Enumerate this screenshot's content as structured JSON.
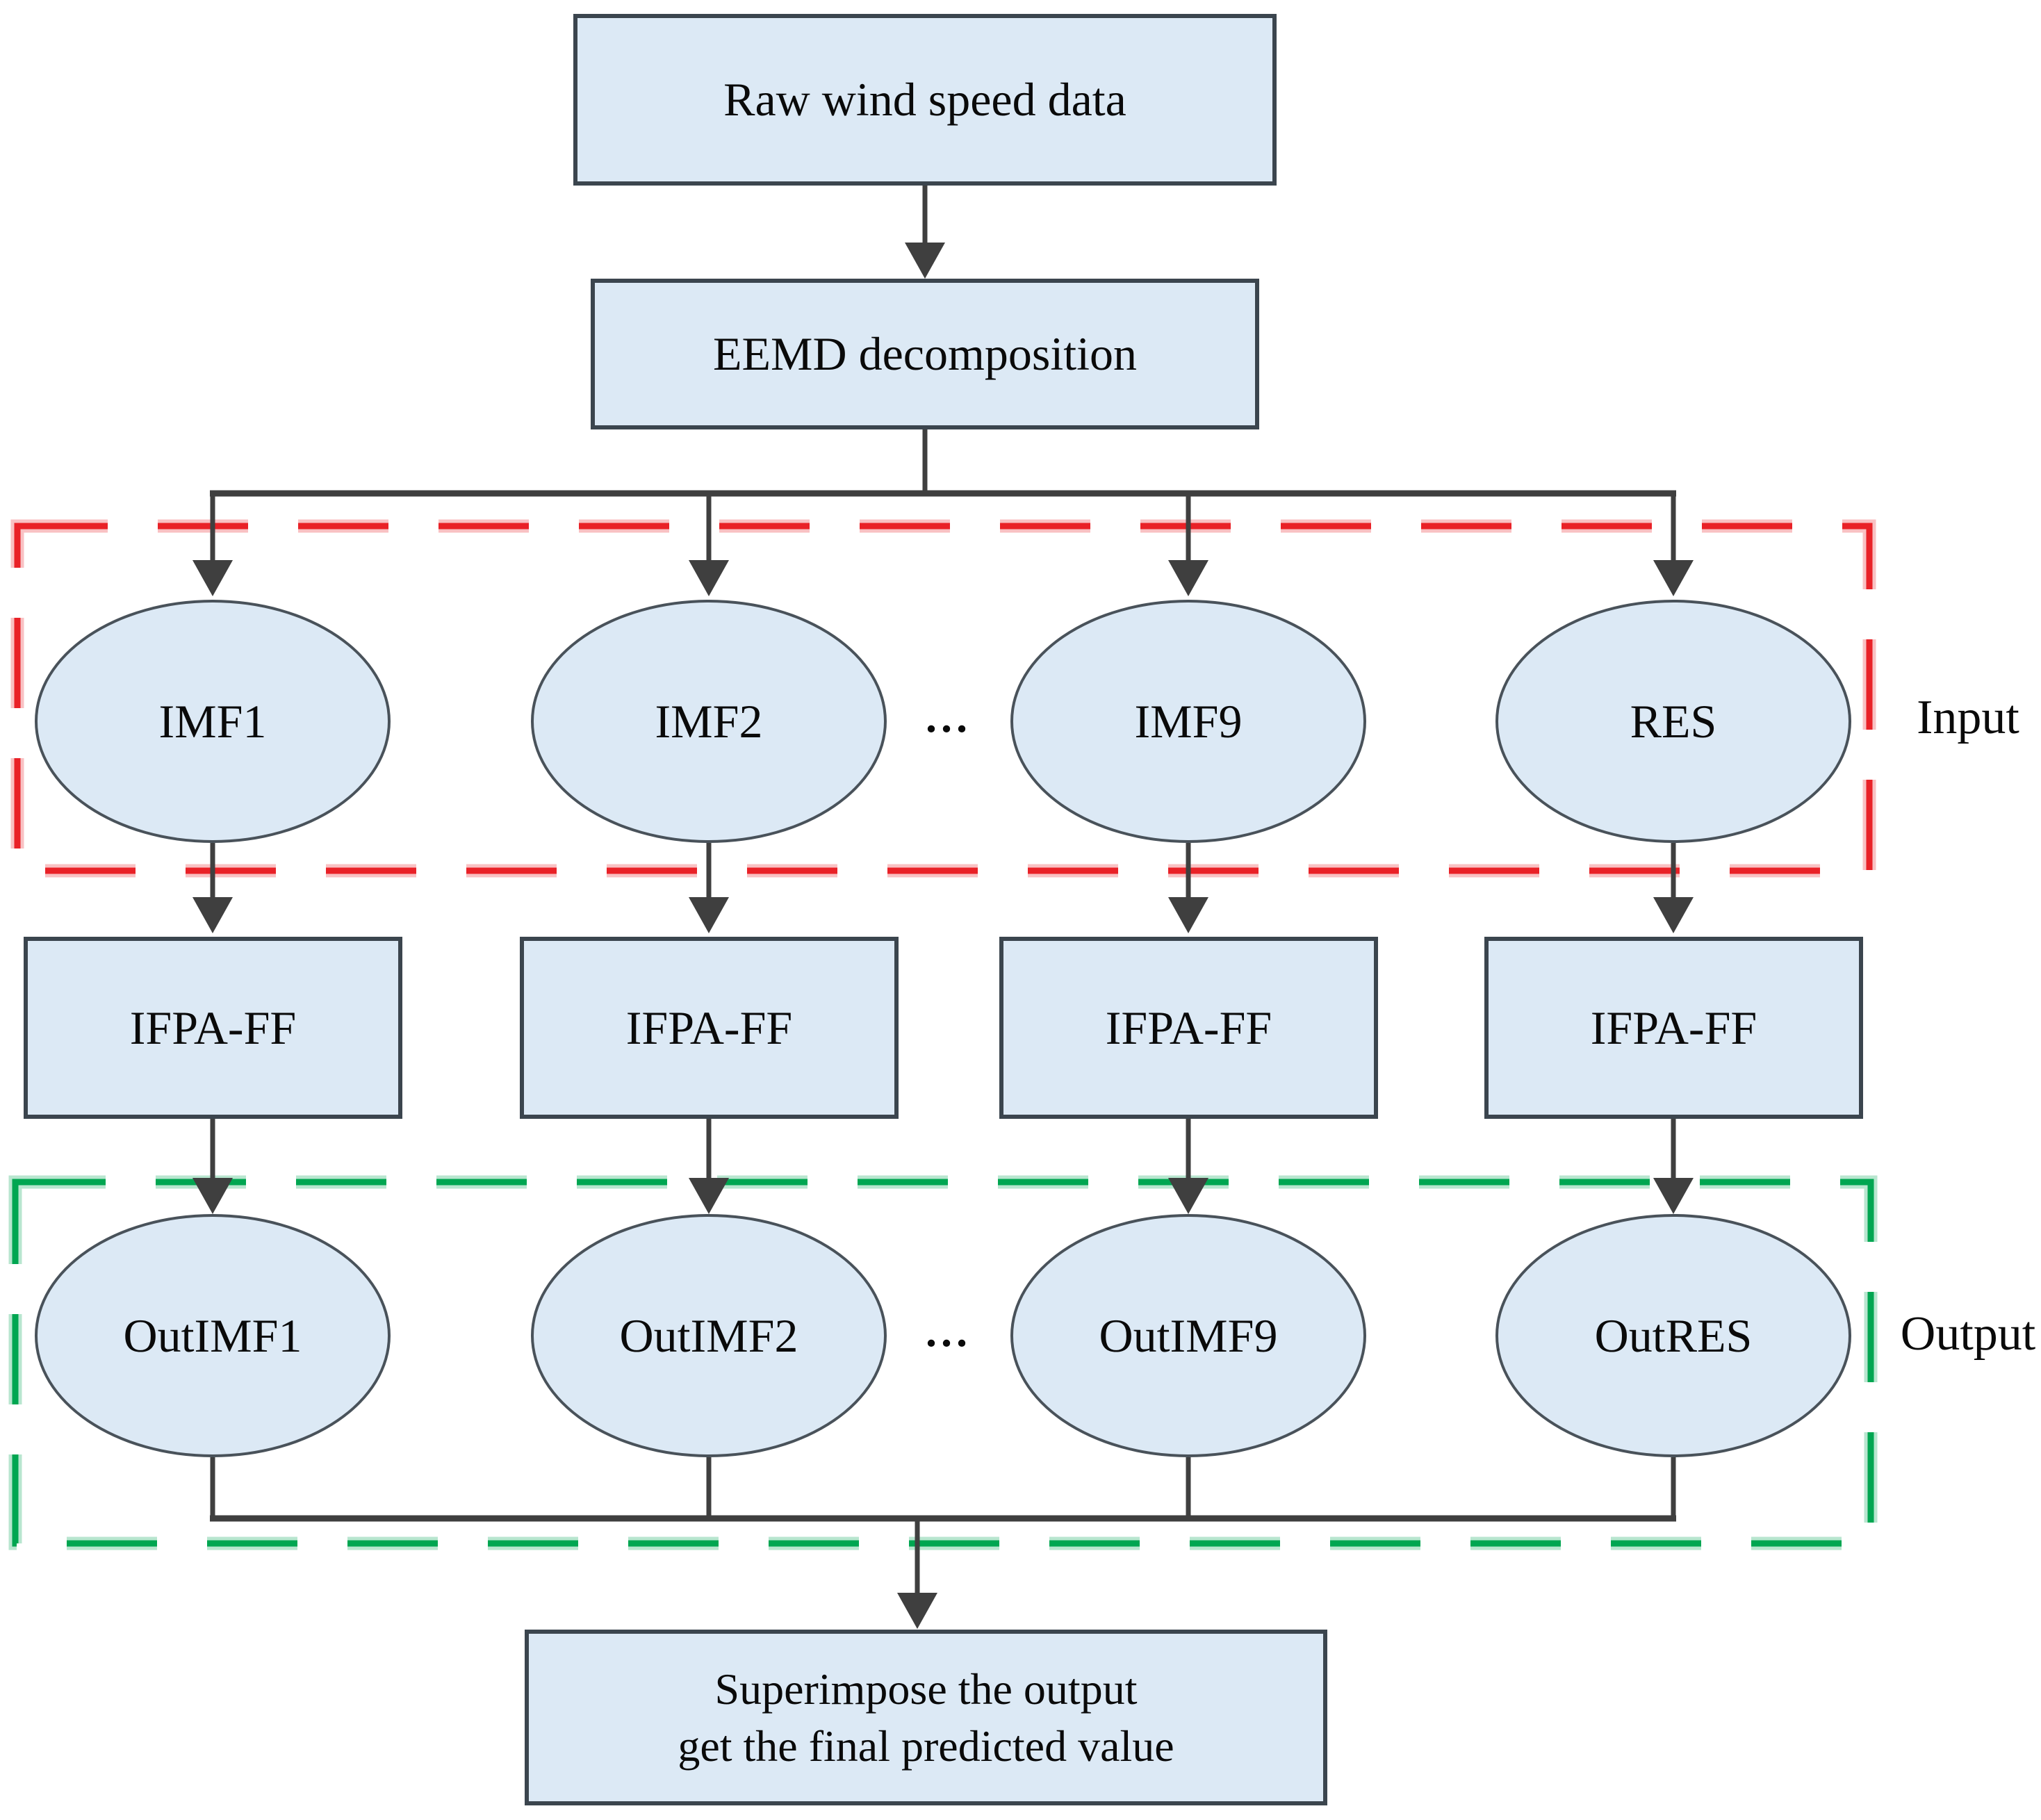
{
  "nodes": {
    "raw": "Raw wind speed data",
    "eemd": "EEMD decomposition",
    "inputs": [
      "IMF1",
      "IMF2",
      "IMF9",
      "RES"
    ],
    "models": [
      "IFPA-FF",
      "IFPA-FF",
      "IFPA-FF",
      "IFPA-FF"
    ],
    "outputs": [
      "OutIMF1",
      "OutIMF2",
      "OutIMF9",
      "OutRES"
    ],
    "final_line1": "Superimpose the output",
    "final_line2": "get the final predicted value",
    "ellipsis": "..."
  },
  "regions": {
    "input": "Input",
    "output": "Output"
  },
  "colors": {
    "node_fill": "#dce9f5",
    "node_border": "#3b454e",
    "ellipse_border": "#49525a",
    "connector": "#3f3f3f",
    "input_region": "#e92127",
    "output_region": "#00a651",
    "text": "#0a0a0a",
    "background": "#ffffff"
  }
}
